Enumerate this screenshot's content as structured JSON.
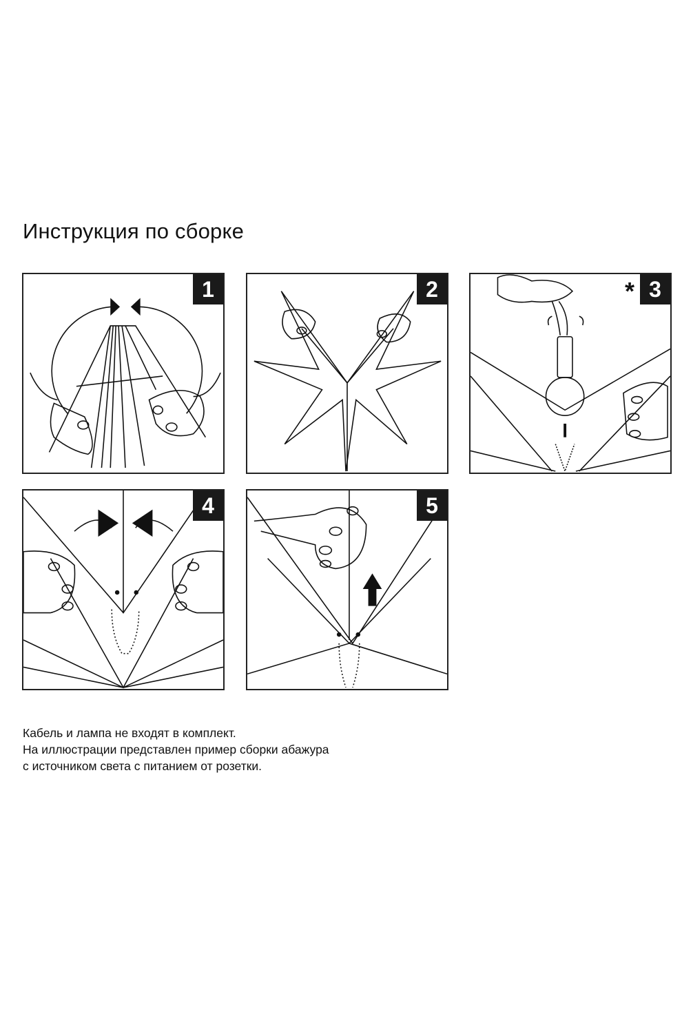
{
  "title": "Инструкция по сборке",
  "steps": [
    {
      "number": "1"
    },
    {
      "number": "2"
    },
    {
      "number": "3",
      "mark": "*"
    },
    {
      "number": "4"
    },
    {
      "number": "5"
    }
  ],
  "note": {
    "lines": [
      "Кабель и лампа не входят в комплект.",
      "На иллюстрации представлен пример сборки абажура",
      "с источником света с питанием от розетки."
    ]
  }
}
